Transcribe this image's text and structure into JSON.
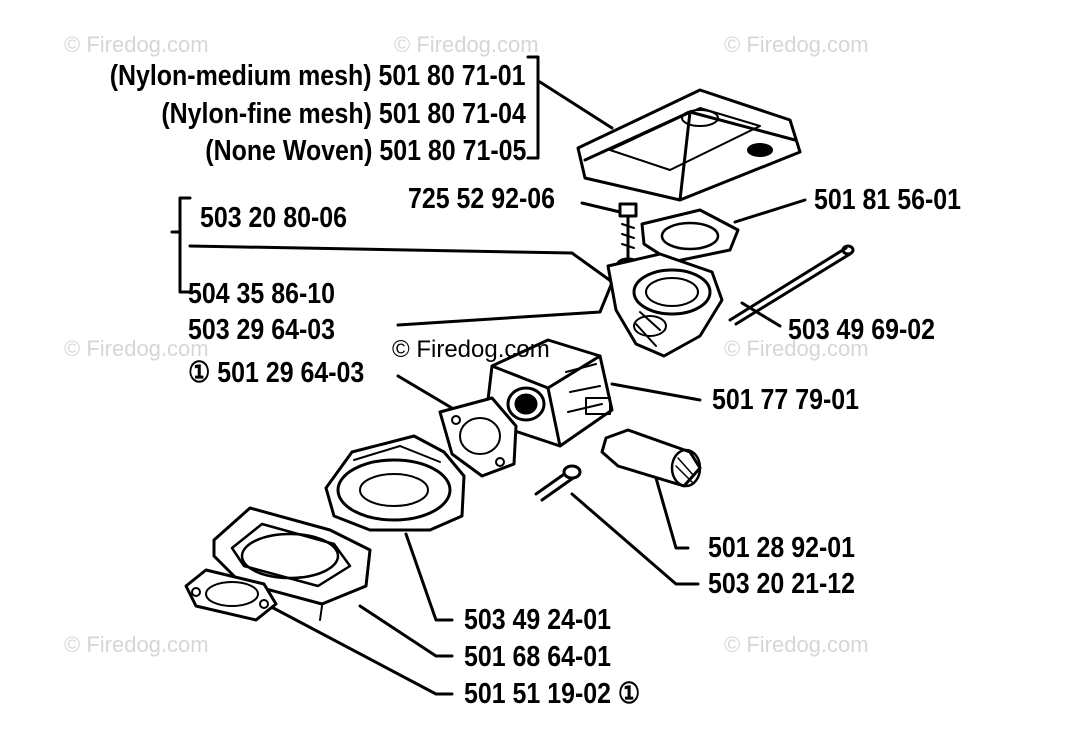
{
  "labels": {
    "nylon_medium": "(Nylon-medium mesh) 501 80 71-01",
    "nylon_fine": "(Nylon-fine mesh) 501 80 71-04",
    "none_woven": "(None Woven) 501 80 71-05",
    "p725": "725 52 92-06",
    "p501_81": "501 81 56-01",
    "p503_2080": "503 20 80-06",
    "p504": "504 35 86-10",
    "p503_2964": "503 29 64-03",
    "p501_2964": "① 501 29 64-03",
    "p503_4969": "503 49 69-02",
    "p501_7779": "501 77 79-01",
    "p501_2892": "501 28 92-01",
    "p503_2021": "503 20 21-12",
    "p503_4924": "503 49 24-01",
    "p501_6864": "501 68 64-01",
    "p501_5119": "501 51 19-02 ①"
  },
  "watermark": "© Firedog.com"
}
